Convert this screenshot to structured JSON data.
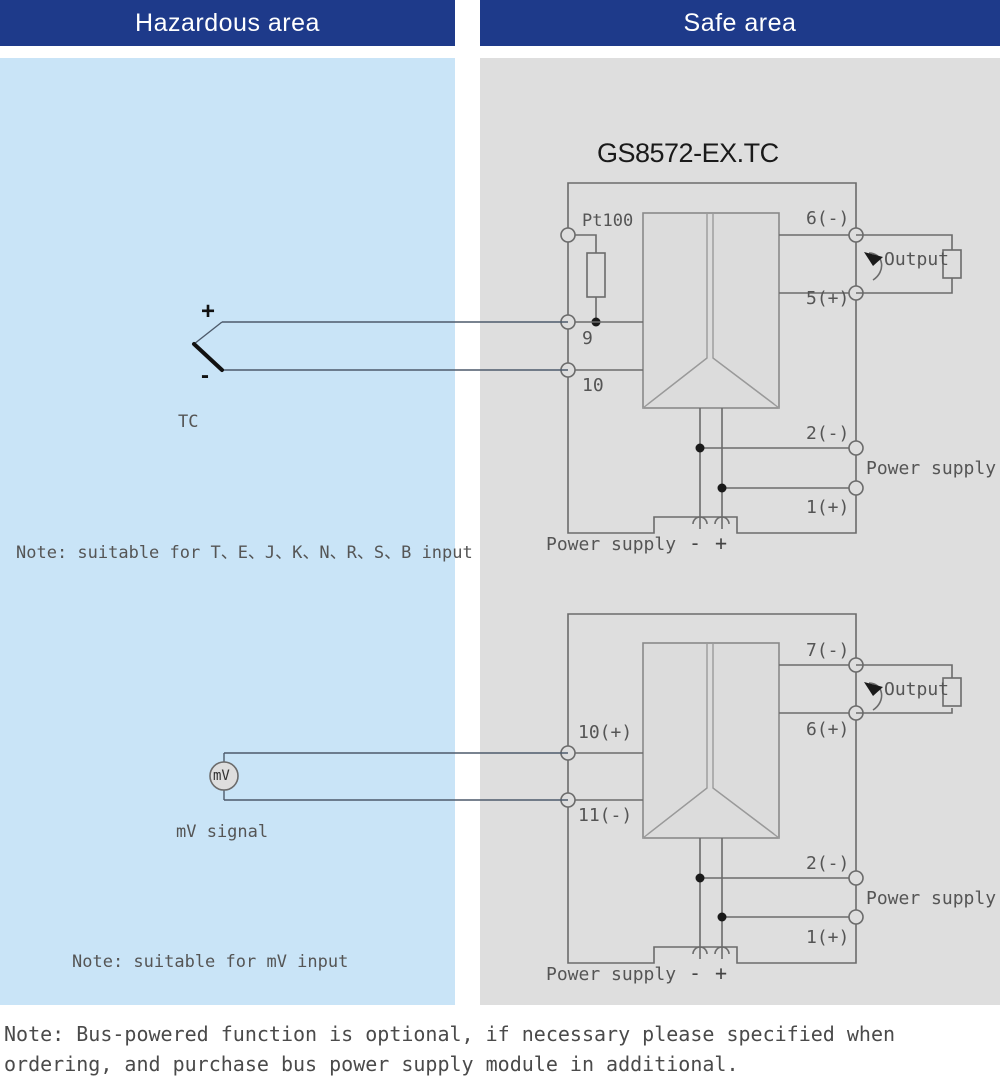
{
  "headers": {
    "hazardous": "Hazardous area",
    "safe": "Safe area",
    "hazardous_color": "#1e3a8a",
    "safe_color": "#1e3a8a",
    "hazardous_fill": "#c9e4f7",
    "safe_fill": "#dedede"
  },
  "title": "GS8572-EX.TC",
  "module_top": {
    "sensor_label": "Pt100",
    "terminals_left": [
      "9",
      "10"
    ],
    "terminals_right_out": [
      "6(-)",
      "5(+)"
    ],
    "terminals_right_pwr": [
      "2(-)",
      "1(+)"
    ],
    "output_label": "Output",
    "power_supply_right": "Power supply",
    "power_supply_bottom": "Power supply",
    "power_minus": "-",
    "power_plus": "+"
  },
  "module_bottom": {
    "terminals_left": [
      "10(+)",
      "11(-)"
    ],
    "terminals_right_out": [
      "7(-)",
      "6(+)"
    ],
    "terminals_right_pwr": [
      "2(-)",
      "1(+)"
    ],
    "output_label": "Output",
    "power_supply_right": "Power supply",
    "power_supply_bottom": "Power supply",
    "power_minus": "-",
    "power_plus": "+"
  },
  "field_top": {
    "device_label": "TC",
    "plus_sign": "+",
    "minus_sign": "-",
    "note": "Note: suitable for T、E、J、K、N、R、S、B input"
  },
  "field_bottom": {
    "device_label": "mV signal",
    "source_symbol_text": "mV",
    "note": "Note: suitable for mV input"
  },
  "footer_note": {
    "line1": "Note: Bus-powered function is optional, if necessary please specified when",
    "line2": "ordering, and purchase bus power supply module in additional."
  }
}
